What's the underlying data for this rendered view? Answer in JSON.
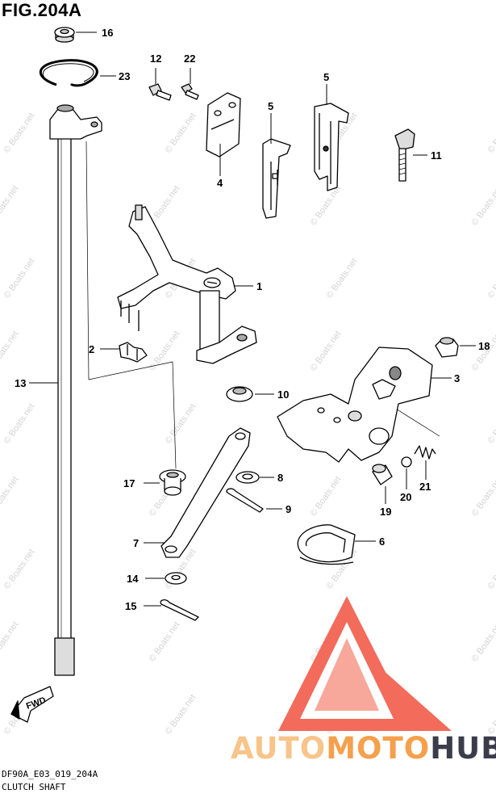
{
  "figure": {
    "title": "FIG.204A"
  },
  "footer": {
    "code": "DF90A_E03_019_204A",
    "name": "CLUTCH SHAFT"
  },
  "watermark": {
    "text": "© Boats.net"
  },
  "brand": {
    "part1": "AUTO",
    "part2": "MOTO",
    "part3": "HUB",
    "colors": {
      "auto": "#f7c58a",
      "moto": "#f5a04c",
      "hub": "#3a3d49",
      "logo_outer": "#f26b5b",
      "logo_inner": "#f8a79b"
    }
  },
  "fwd_label": "FWD",
  "callouts": [
    {
      "id": "1",
      "label": "1"
    },
    {
      "id": "2",
      "label": "2"
    },
    {
      "id": "3",
      "label": "3"
    },
    {
      "id": "4",
      "label": "4"
    },
    {
      "id": "5a",
      "label": "5"
    },
    {
      "id": "5b",
      "label": "5"
    },
    {
      "id": "6",
      "label": "6"
    },
    {
      "id": "7",
      "label": "7"
    },
    {
      "id": "8",
      "label": "8"
    },
    {
      "id": "9",
      "label": "9"
    },
    {
      "id": "10",
      "label": "10"
    },
    {
      "id": "11",
      "label": "11"
    },
    {
      "id": "12",
      "label": "12"
    },
    {
      "id": "13",
      "label": "13"
    },
    {
      "id": "14",
      "label": "14"
    },
    {
      "id": "15",
      "label": "15"
    },
    {
      "id": "16",
      "label": "16"
    },
    {
      "id": "17",
      "label": "17"
    },
    {
      "id": "18",
      "label": "18"
    },
    {
      "id": "19",
      "label": "19"
    },
    {
      "id": "20",
      "label": "20"
    },
    {
      "id": "21",
      "label": "21"
    },
    {
      "id": "22",
      "label": "22"
    },
    {
      "id": "23",
      "label": "23"
    }
  ]
}
